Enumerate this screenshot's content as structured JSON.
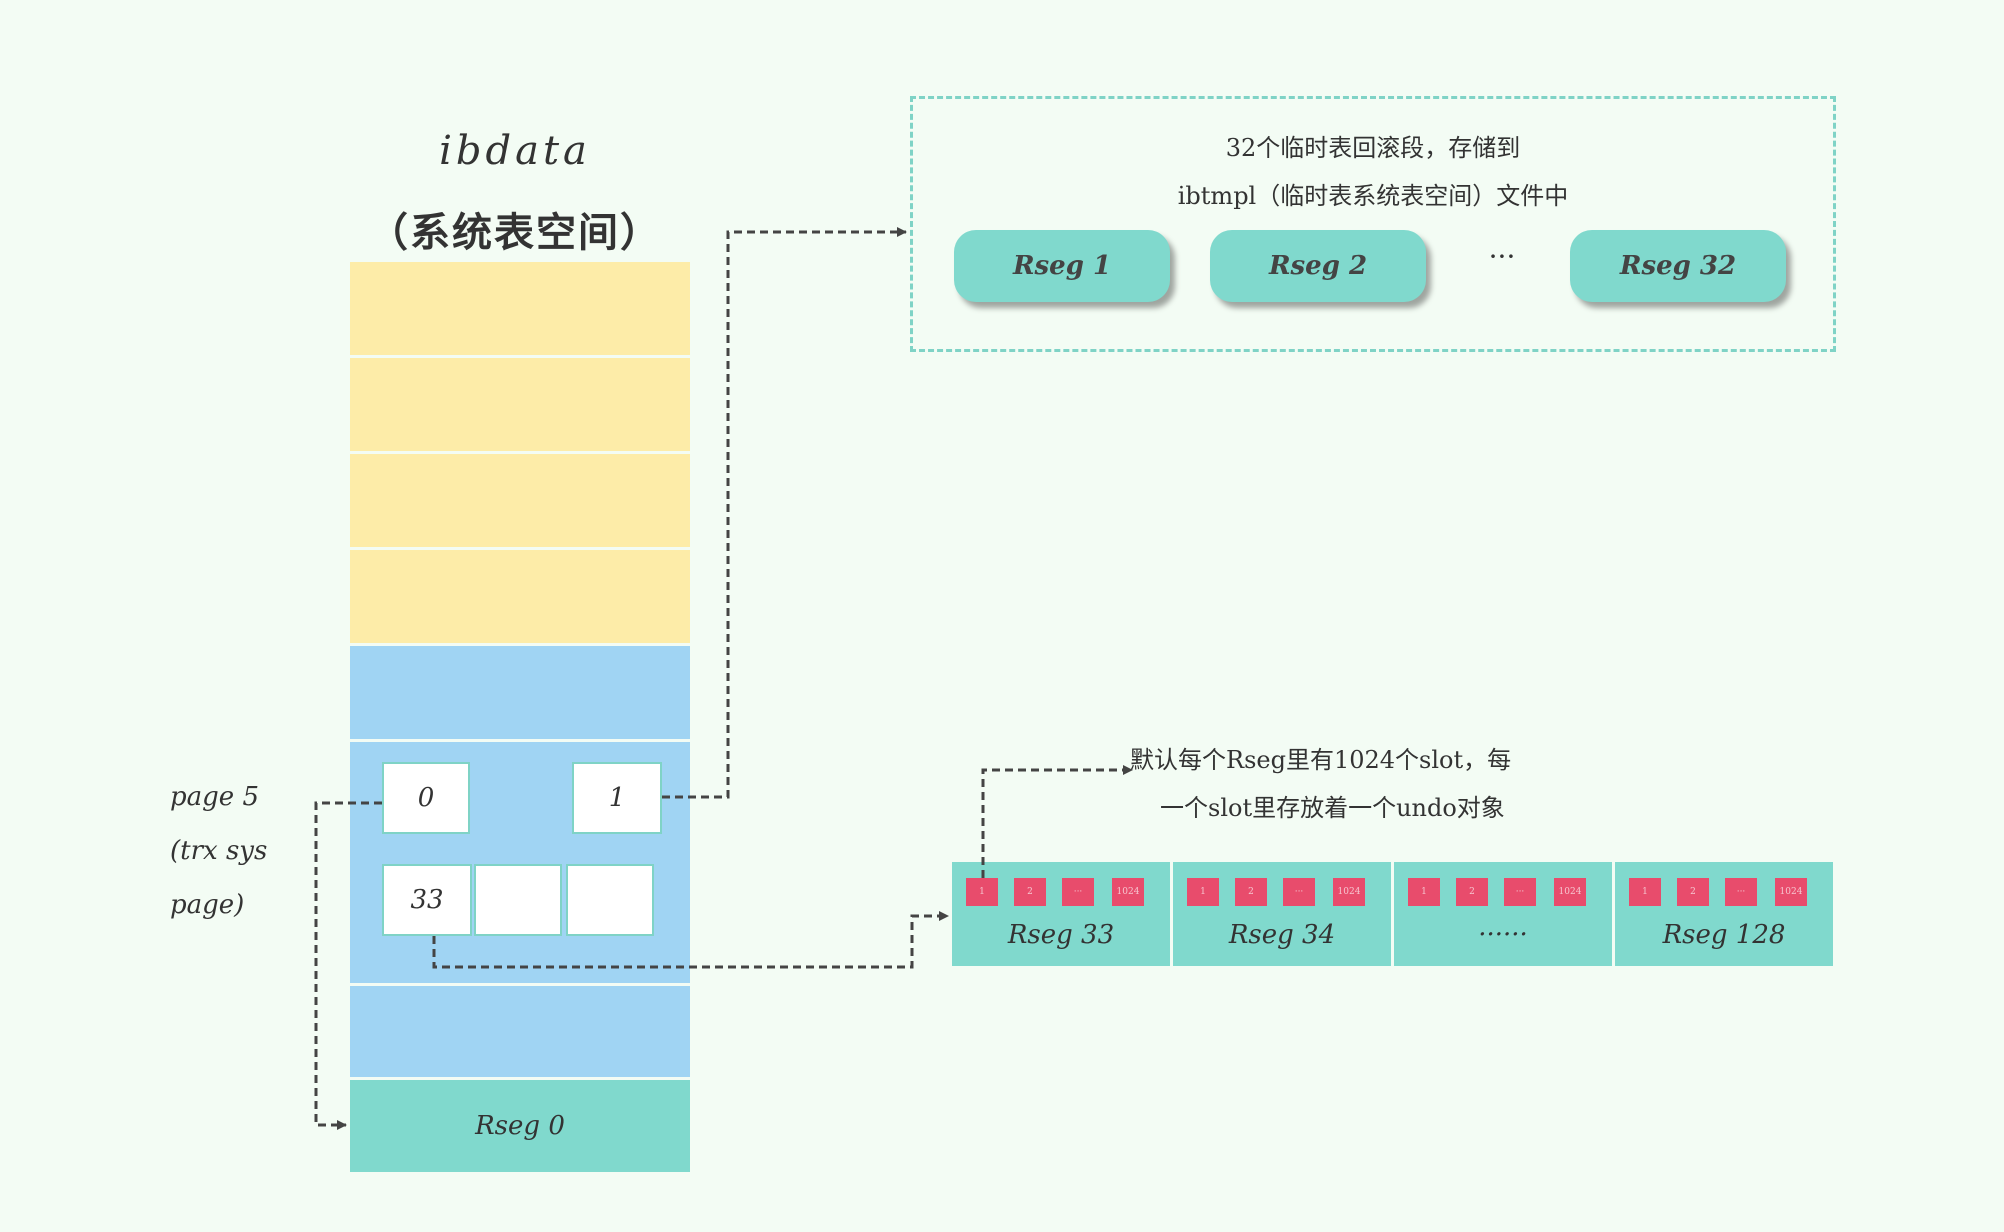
{
  "ibdata": {
    "title": "ibdata",
    "subtitle": "（系统表空间）",
    "slot_0": "0",
    "slot_1": "1",
    "slot_33": "33",
    "rseg0": "Rseg 0"
  },
  "page_label": {
    "line1": "page 5",
    "line2": "(trx sys",
    "line3": "page)"
  },
  "temp_box": {
    "caption_line1": "32个临时表回滚段，存储到",
    "caption_line2": "ibtmpl（临时表系统表空间）文件中",
    "pills": [
      "Rseg 1",
      "Rseg 2",
      "Rseg 32"
    ],
    "ellipsis": "···"
  },
  "slot_note": {
    "line1": "默认每个Rseg里有1024个slot，每",
    "line2": "一个slot里存放着一个undo对象"
  },
  "segments": [
    {
      "label": "Rseg 33",
      "slots": [
        "1",
        "2",
        "···",
        "1024"
      ]
    },
    {
      "label": "Rseg 34",
      "slots": [
        "1",
        "2",
        "···",
        "1024"
      ]
    },
    {
      "label": "······",
      "slots": [
        "1",
        "2",
        "···",
        "1024"
      ]
    },
    {
      "label": "Rseg 128",
      "slots": [
        "1",
        "2",
        "···",
        "1024"
      ]
    }
  ],
  "colors": {
    "yellow": "#fdeca8",
    "blue": "#a0d4f3",
    "teal": "#80d9cd",
    "slot_red": "#e84c6c",
    "arrow": "#444444",
    "background": "#f3fcf4"
  }
}
